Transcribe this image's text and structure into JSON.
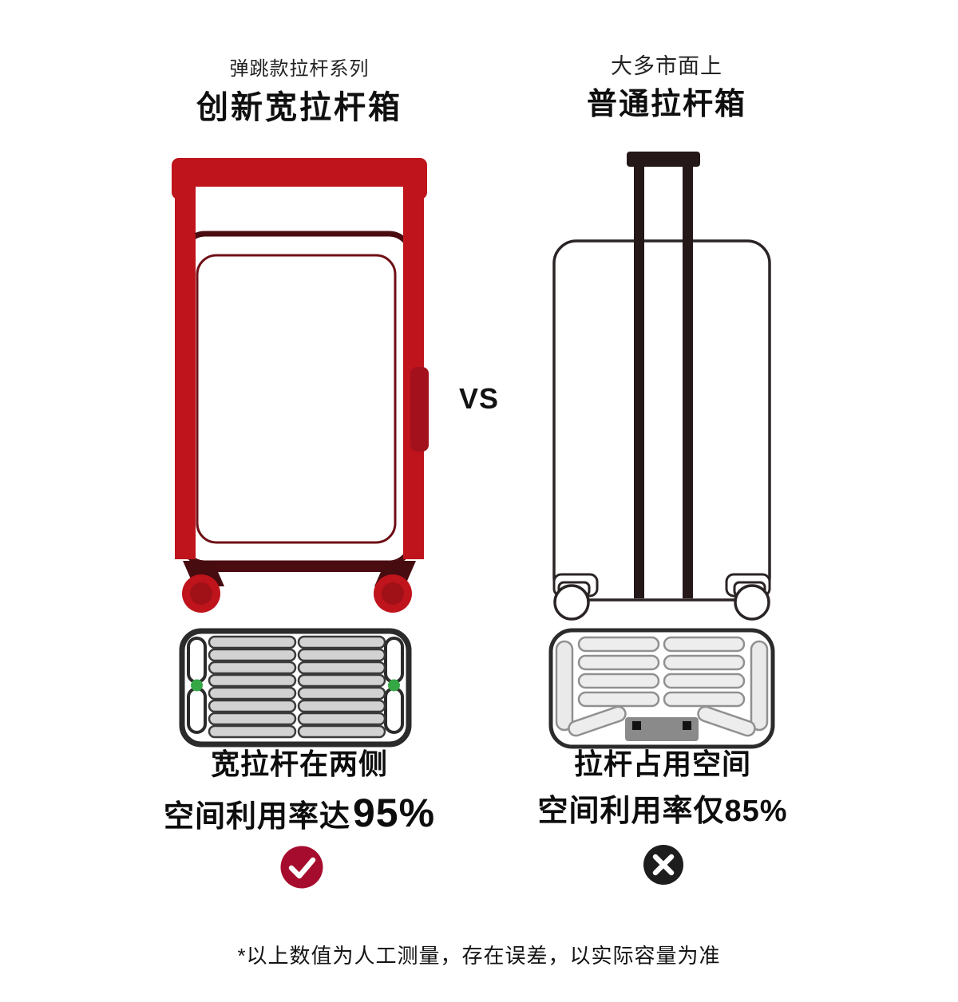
{
  "page": {
    "vs_label": "VS",
    "footnote": "*以上数值为人工测量，存在误差，以实际容量为准"
  },
  "left": {
    "tagline": "弹跳款拉杆系列",
    "title": "创新宽拉杆箱",
    "caption_line1": "宽拉杆在两侧",
    "caption_prefix": "空间利用率达",
    "caption_value": "95%",
    "verdict": "check"
  },
  "right": {
    "tagline": "大多市面上",
    "title": "普通拉杆箱",
    "caption_line1": "拉杆占用空间",
    "caption_line2": "空间利用率仅85%",
    "verdict": "cross"
  },
  "colors": {
    "accent_red": "#bf141c",
    "deep_red": "#4a0c11",
    "mount_red": "#470c10",
    "panel_red": "#6e0f15",
    "handle_red": "#a3121c",
    "wheel_inner_red": "#a01017",
    "check_crimson": "#a60c2e",
    "cross_black": "#1d1d1d",
    "near_black": "#241818",
    "outline_dark": "#2b2424",
    "topview_border": "#2b2b2b",
    "pill_gray": "#d2d2d2",
    "pill_gray_border": "#3a3a3a",
    "pill_light": "#ededed",
    "pill_light_border": "#909090",
    "side_capsule_light": "#eaeaea",
    "green_dot": "#35a845",
    "block_gray": "#8a8a8a"
  }
}
